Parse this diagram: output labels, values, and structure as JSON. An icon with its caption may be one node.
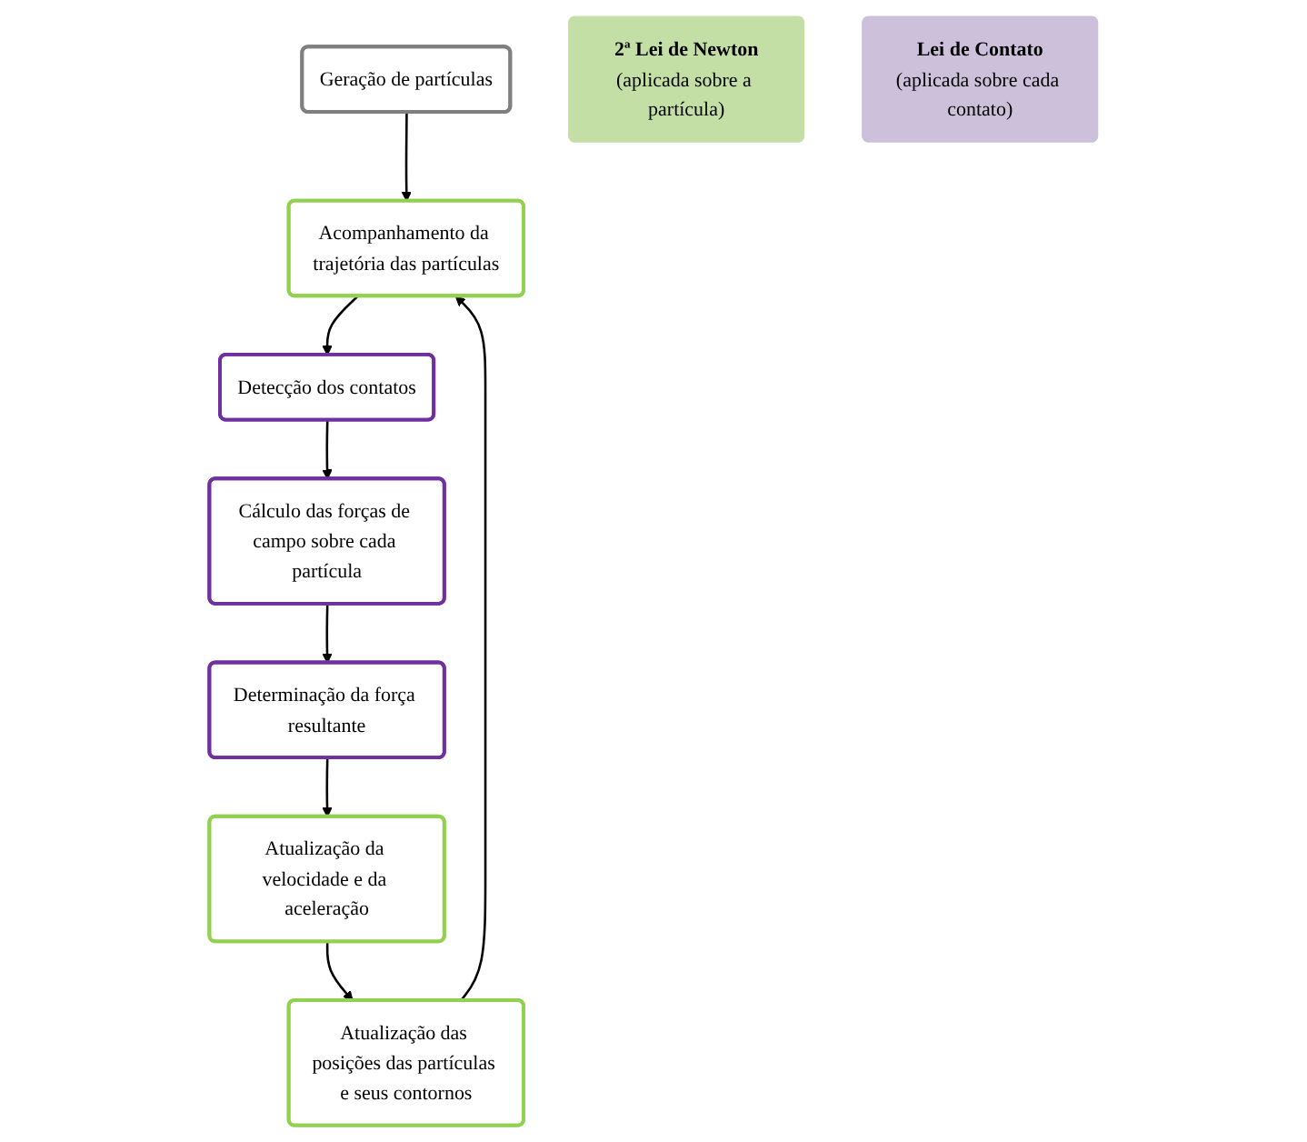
{
  "diagram": {
    "nodes": [
      {
        "text": [
          "Geração de partículas"
        ]
      },
      {
        "text": [
          "Acompanhamento da trajetória das partículas"
        ]
      },
      {
        "text": [
          "Detecção dos contatos"
        ]
      },
      {
        "text": [
          "Cálculo das forças de campo sobre cada partícula"
        ]
      },
      {
        "text": [
          "Determinação da força resultante"
        ]
      },
      {
        "text": [
          "Atualização da velocidade e da aceleração"
        ]
      },
      {
        "text": [
          "Atualização das posições das partículas e seus contornos"
        ]
      },
      {
        "text": [
          "2ª Lei de Newton",
          "(aplicada sobre a partícula)"
        ]
      },
      {
        "text": [
          "Lei de Contato",
          "(aplicada sobre cada contato)"
        ]
      }
    ],
    "edges": [
      {
        "from": 0,
        "to": 1,
        "arrow": "to"
      },
      {
        "from": 1,
        "to": 2,
        "arrow": "to"
      },
      {
        "from": 2,
        "to": 3,
        "arrow": "to"
      },
      {
        "from": 3,
        "to": 4,
        "arrow": "to"
      },
      {
        "from": 4,
        "to": 5,
        "arrow": "to"
      },
      {
        "from": 5,
        "to": 6,
        "arrow": "to"
      },
      {
        "from": 6,
        "to": 1,
        "arrow": "to"
      }
    ]
  }
}
